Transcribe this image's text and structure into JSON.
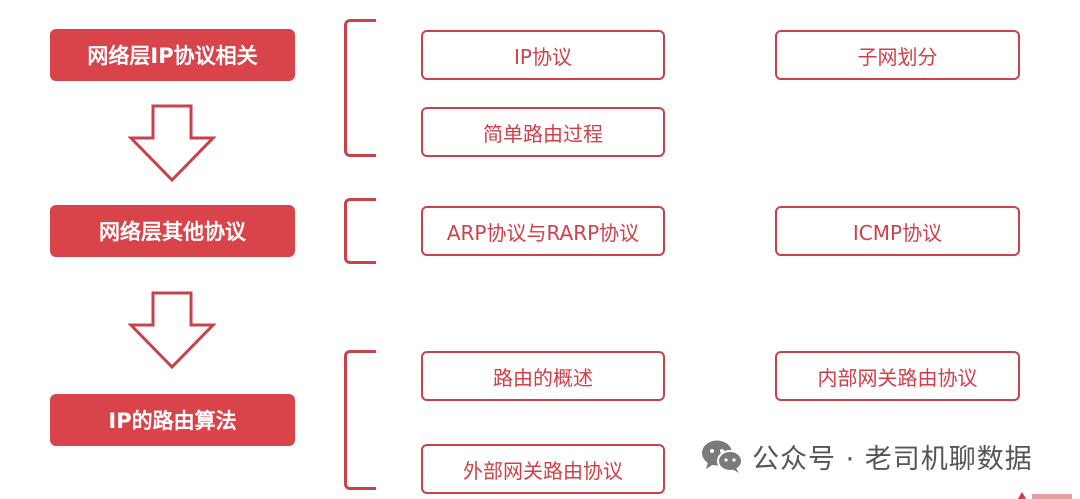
{
  "colors": {
    "accent": "#d9434a",
    "border": "#c9414a",
    "item_text": "#d04048",
    "watermark_text": "#555555"
  },
  "categories": [
    {
      "label": "网络层IP协议相关",
      "items": [
        "IP协议",
        "子网划分",
        "简单路由过程"
      ]
    },
    {
      "label": "网络层其他协议",
      "items": [
        "ARP协议与RARP协议",
        "ICMP协议"
      ]
    },
    {
      "label": "IP的路由算法",
      "items": [
        "路由的概述",
        "内部网关路由协议",
        "外部网关路由协议"
      ]
    }
  ],
  "watermark": {
    "icon": "wechat-icon",
    "text": "公众号 · 老司机聊数据"
  }
}
